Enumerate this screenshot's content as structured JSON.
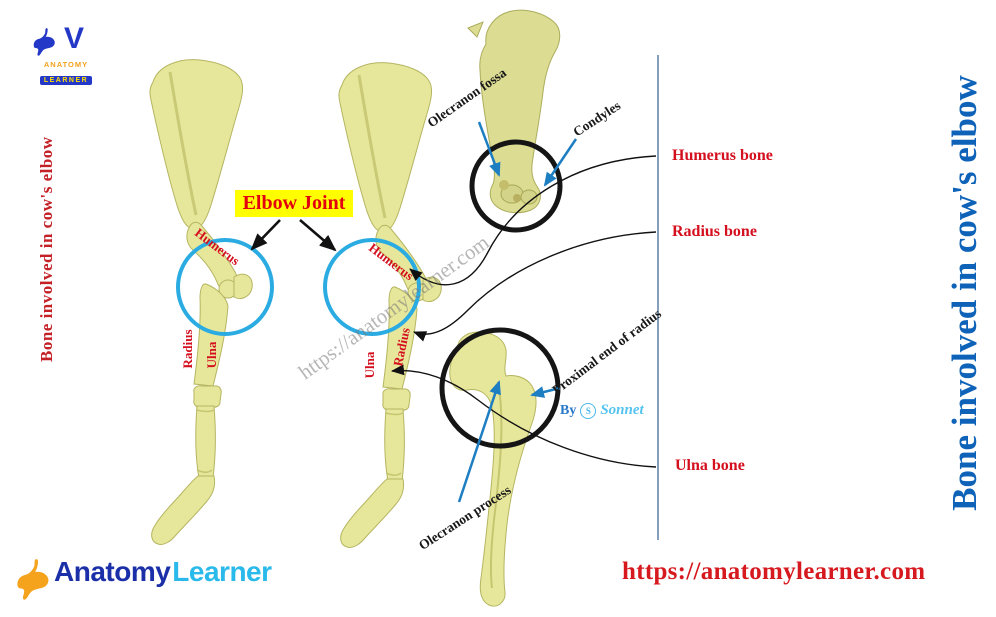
{
  "titles": {
    "left_vertical": "Bone involved in cow's elbow",
    "right_vertical": "Bone involved in cow's elbow"
  },
  "branding": {
    "logo_top_anatomy": "ANATOMY",
    "logo_top_learner": "LEARNER",
    "logo_top_letter": "V",
    "logo_bottom_anatomy": "Anatomy",
    "logo_bottom_learner": "Learner",
    "url_bottom": "https://anatomylearner.com",
    "watermark": "https://anatomylearner.com",
    "byline_by": "By",
    "byline_icon": "S",
    "byline_name": "Sonnet"
  },
  "diagram": {
    "joint_label": "Elbow Joint",
    "leg1": {
      "humerus": "Humerus",
      "radius": "Radius",
      "ulna": "Ulna"
    },
    "leg2": {
      "humerus": "Humerus",
      "ulna": "Ulna",
      "radius": "Radius"
    },
    "details": {
      "olecranon_fossa": "Olecranon fossa",
      "condyles": "Condyles",
      "proximal_end_radius": "Proximal end of radius",
      "olecranon_process": "Olecranon process"
    },
    "side_labels": {
      "humerus_bone": "Humerus bone",
      "radius_bone": "Radius bone",
      "ulna_bone": "Ulna bone"
    }
  },
  "colors": {
    "bone_fill": "#e7e79b",
    "bone_stroke": "#b5b562",
    "bone_detail_fill": "#dcdc92",
    "highlight_yellow": "#ffff00",
    "label_red": "#d40f1e",
    "title_left_red": "#c42127",
    "title_right_blue": "#0e63b8",
    "circle_blue": "#2aabe2",
    "circle_black": "#151515",
    "arrow_blue": "#1e7ec2",
    "separator_blue_gray": "#5b7fa6",
    "url_red": "#d6191f",
    "logo_dark_blue": "#1b2fa8",
    "logo_cyan": "#29b9ea",
    "logo_orange": "#f5a21d",
    "logo_yellow": "#ffe000"
  }
}
